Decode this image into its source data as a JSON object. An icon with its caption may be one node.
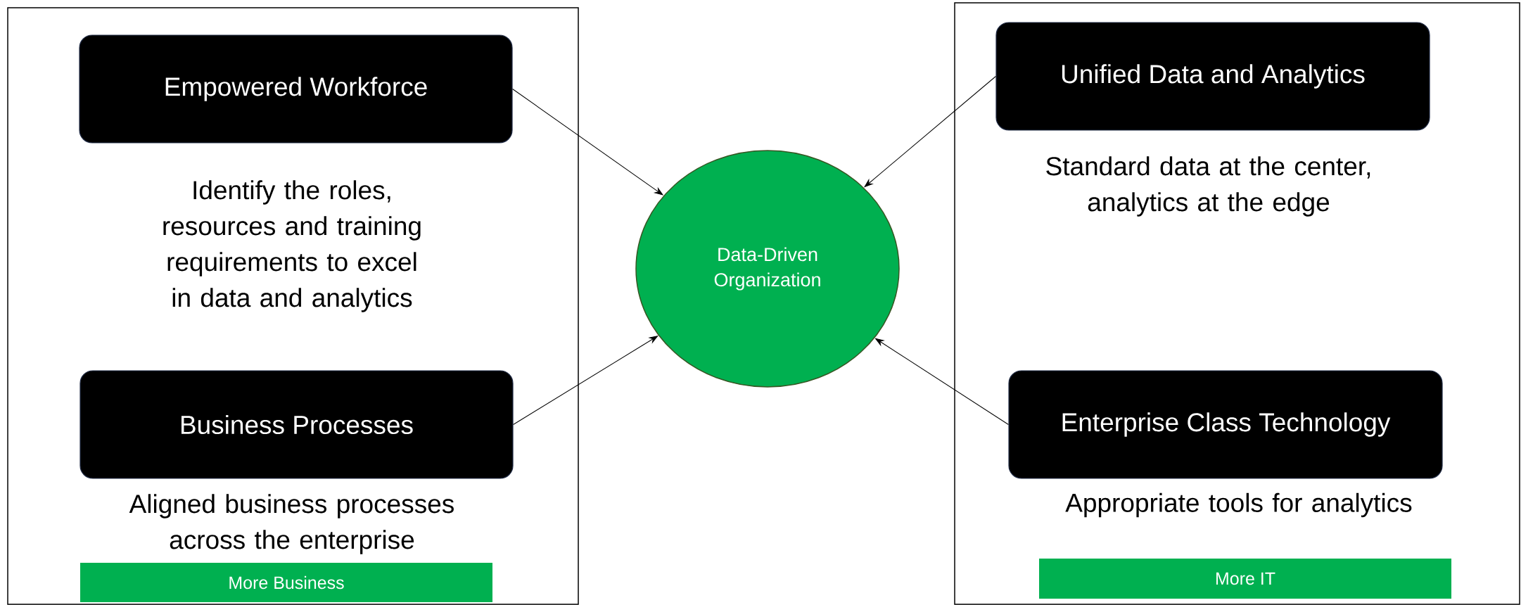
{
  "diagram": {
    "nodes": [
      {
        "text": [],
        "shape": "box"
      },
      {
        "text": [
          "Empowered Workforce"
        ],
        "in": 0,
        "beside": [
          "Identify the roles, resources and training requirements to excel in data and analytics"
        ]
      },
      {
        "text": [
          "Business Processes"
        ],
        "in": 0,
        "beside": [
          "Aligned business processes across the enterprise"
        ]
      },
      {
        "text": [
          "More Business"
        ],
        "in": 0
      },
      {
        "text": [
          "Data-Driven Organization"
        ]
      },
      {
        "text": [],
        "shape": "box"
      },
      {
        "text": [
          "Unified Data and Analytics"
        ],
        "in": 5,
        "beside": [
          "Standard data at the center, analytics at the edge"
        ]
      },
      {
        "text": [
          "Enterprise Class Technology"
        ],
        "in": 5,
        "beside": [
          "Appropriate tools for analytics"
        ]
      },
      {
        "text": [
          "More IT"
        ],
        "in": 5
      }
    ],
    "edges": [
      {
        "from": 1,
        "to": 4,
        "arrow": "to"
      },
      {
        "from": 2,
        "to": 4,
        "arrow": "to"
      },
      {
        "from": 6,
        "to": 4,
        "arrow": "to"
      },
      {
        "from": 7,
        "to": 4,
        "arrow": "to"
      }
    ]
  }
}
